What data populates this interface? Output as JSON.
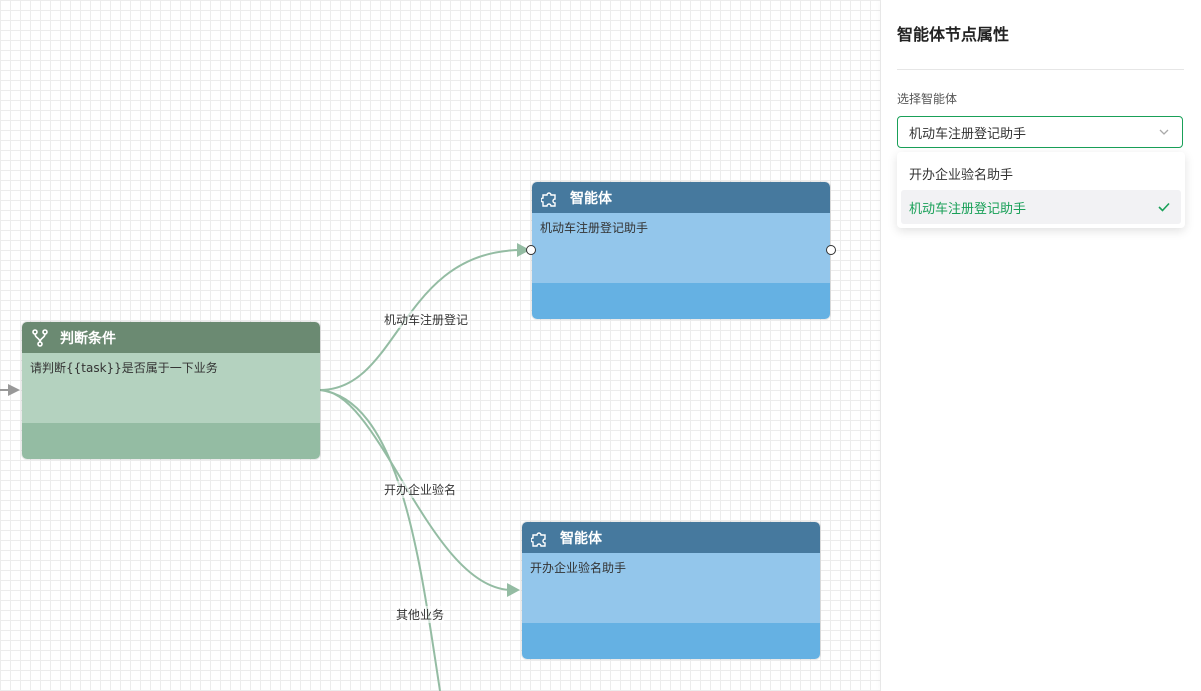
{
  "canvas": {
    "condition_node": {
      "title": "判断条件",
      "icon": "branch-icon",
      "body": "请判断{{task}}是否属于一下业务"
    },
    "agent_node_1": {
      "title": "智能体",
      "icon": "puzzle-icon",
      "body": "机动车注册登记助手"
    },
    "agent_node_2": {
      "title": "智能体",
      "icon": "puzzle-icon",
      "body": "开办企业验名助手"
    },
    "edges": [
      {
        "label": "机动车注册登记"
      },
      {
        "label": "开办企业验名"
      },
      {
        "label": "其他业务"
      }
    ],
    "colors": {
      "edge": "#94bca3",
      "condition_header": "#6b8a72",
      "agent_header": "#46799e",
      "accent": "#19a058"
    }
  },
  "panel": {
    "title": "智能体节点属性",
    "field_label": "选择智能体",
    "select_value": "机动车注册登记助手",
    "options": [
      {
        "label": "开办企业验名助手",
        "selected": false
      },
      {
        "label": "机动车注册登记助手",
        "selected": true
      }
    ]
  }
}
